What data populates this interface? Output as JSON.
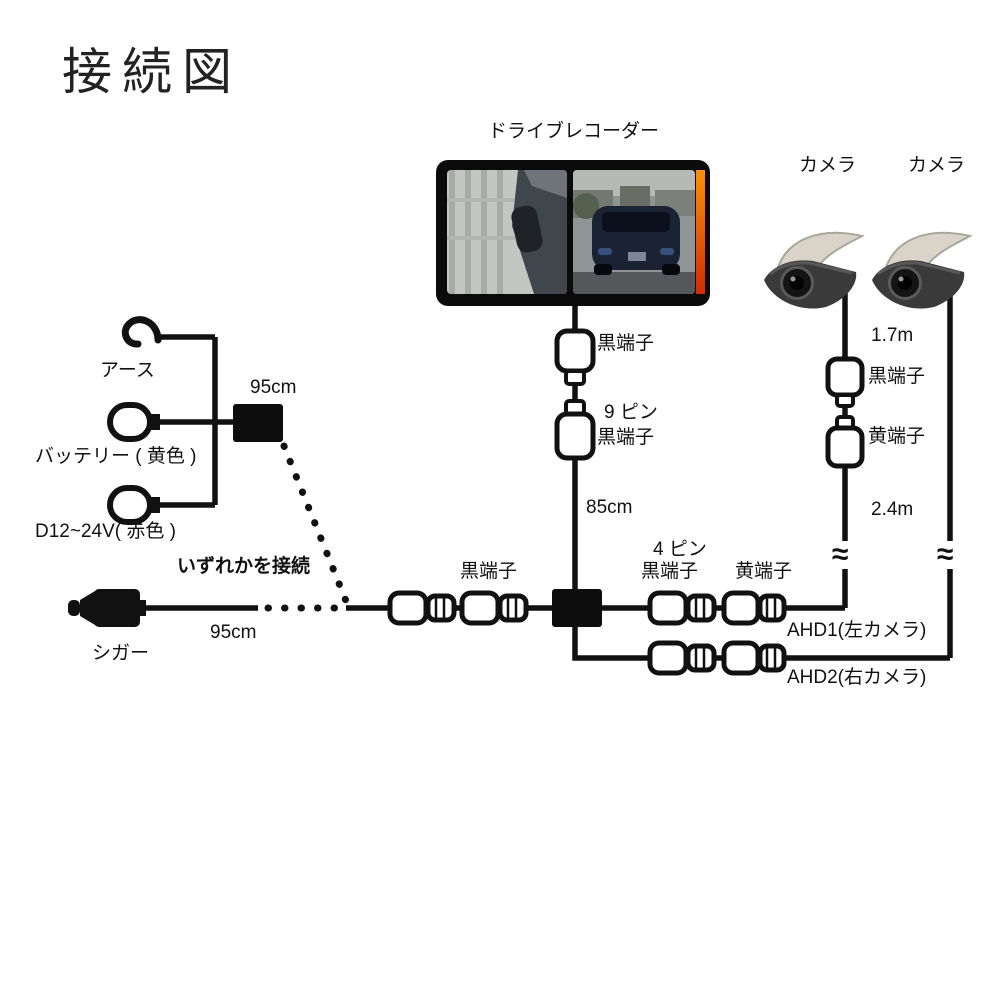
{
  "title": "接続図",
  "recorder": {
    "label": "ドライブレコーダー"
  },
  "cameras": {
    "left": "カメラ",
    "right": "カメラ"
  },
  "power": {
    "earth": "アース",
    "battery": "バッテリー ( 黄色 )",
    "d12": "D12~24V( 赤色 )",
    "cable_95_top": "95cm",
    "either_note": "いずれかを接続",
    "cigar": "シガー",
    "cable_95_bottom": "95cm"
  },
  "recorder_cable": {
    "terminal_black_top": "黒端子",
    "pin9": "9 ピン",
    "terminal_black_9pin": "黒端子",
    "cable_85": "85cm",
    "terminal_black_mid": "黒端子"
  },
  "camera_lines": {
    "pin4": "4 ピン",
    "terminal_black": "黒端子",
    "terminal_yellow": "黄端子",
    "ahd1": "AHD1(左カメラ)",
    "ahd2": "AHD2(右カメラ)"
  },
  "camera_cable": {
    "length_1_7": "1.7m",
    "terminal_black": "黒端子",
    "terminal_yellow": "黄端子",
    "length_2_4": "2.4m",
    "break_mark": "≈"
  },
  "colors": {
    "line": "#111111",
    "accent_stripe": "#e8440a"
  }
}
